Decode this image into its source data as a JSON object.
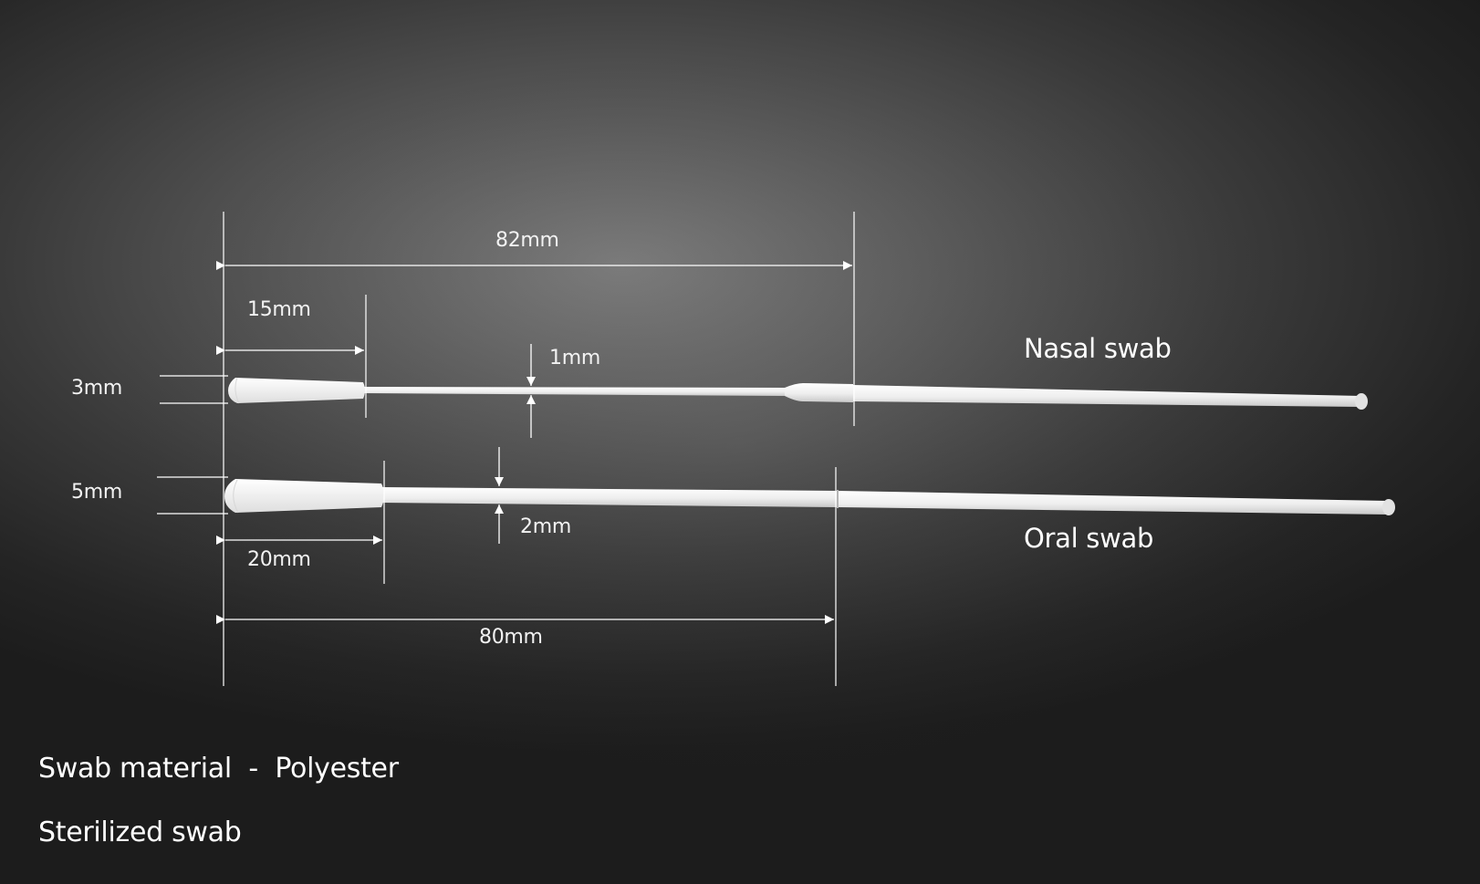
{
  "dimensions": {
    "nasal_total_length": "82mm",
    "nasal_tip_length": "15mm",
    "nasal_shaft_diameter": "1mm",
    "nasal_tip_diameter": "3mm",
    "oral_tip_diameter": "5mm",
    "oral_shaft_diameter": "2mm",
    "oral_tip_length": "20mm",
    "oral_total_length": "80mm"
  },
  "labels": {
    "nasal": "Nasal swab",
    "oral": "Oral swab"
  },
  "info": {
    "material": "Swab material  -  Polyester",
    "sterilized": "Sterilized swab"
  },
  "colors": {
    "background": "#3a3a3a",
    "swab": "#f4f4f4",
    "lines": "#ffffff"
  }
}
